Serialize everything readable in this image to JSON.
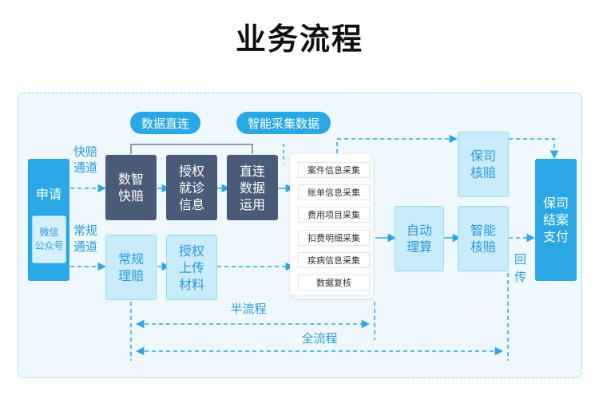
{
  "title": "业务流程",
  "pills": {
    "direct": "数据直连",
    "smart": "智能采集数据"
  },
  "boxes": {
    "apply": "申请",
    "wechat": "微信\n公众号",
    "quick": "数智\n快赔",
    "auth_visit": "授权\n就诊\n信息",
    "direct_use": "直连\n数据\n运用",
    "regular": "常规\n理赔",
    "auth_upload": "授权\n上传\n材料",
    "auto": "自动\n理算",
    "smart_verify": "智能\n核赔",
    "insurer_verify": "保司\n核赔",
    "insurer_pay": "保司\n结案\n支付"
  },
  "items": [
    "案件信息采集",
    "账单信息采集",
    "费用项目采集",
    "扣费明细采集",
    "疾病信息采集",
    "数据复核"
  ],
  "labels": {
    "fast_channel": "快赔\n通道",
    "regular_channel": "常规\n通道",
    "return": "回\n传",
    "half": "半流程",
    "full": "全流程"
  }
}
